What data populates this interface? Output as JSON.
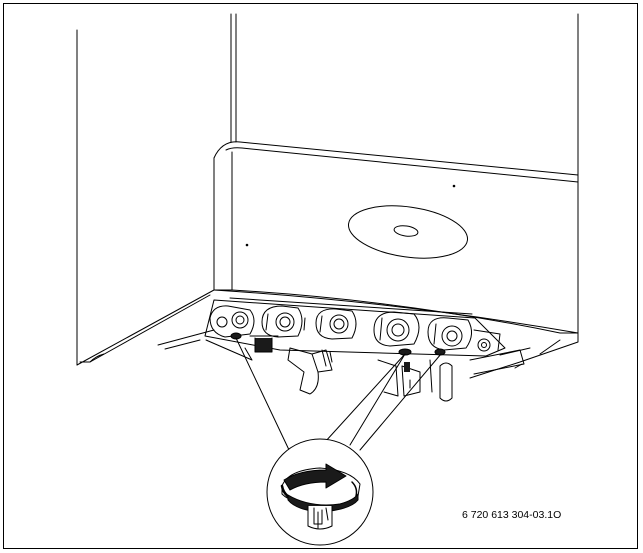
{
  "figure": {
    "caption": "6 720 613 304-03.1O",
    "stroke_color": "#000000",
    "background_color": "#ffffff",
    "fill_dark": "#1a1a1a",
    "fill_gray": "#888888"
  },
  "callouts": {
    "count": 4,
    "detail": "rotate-valve-handle"
  }
}
